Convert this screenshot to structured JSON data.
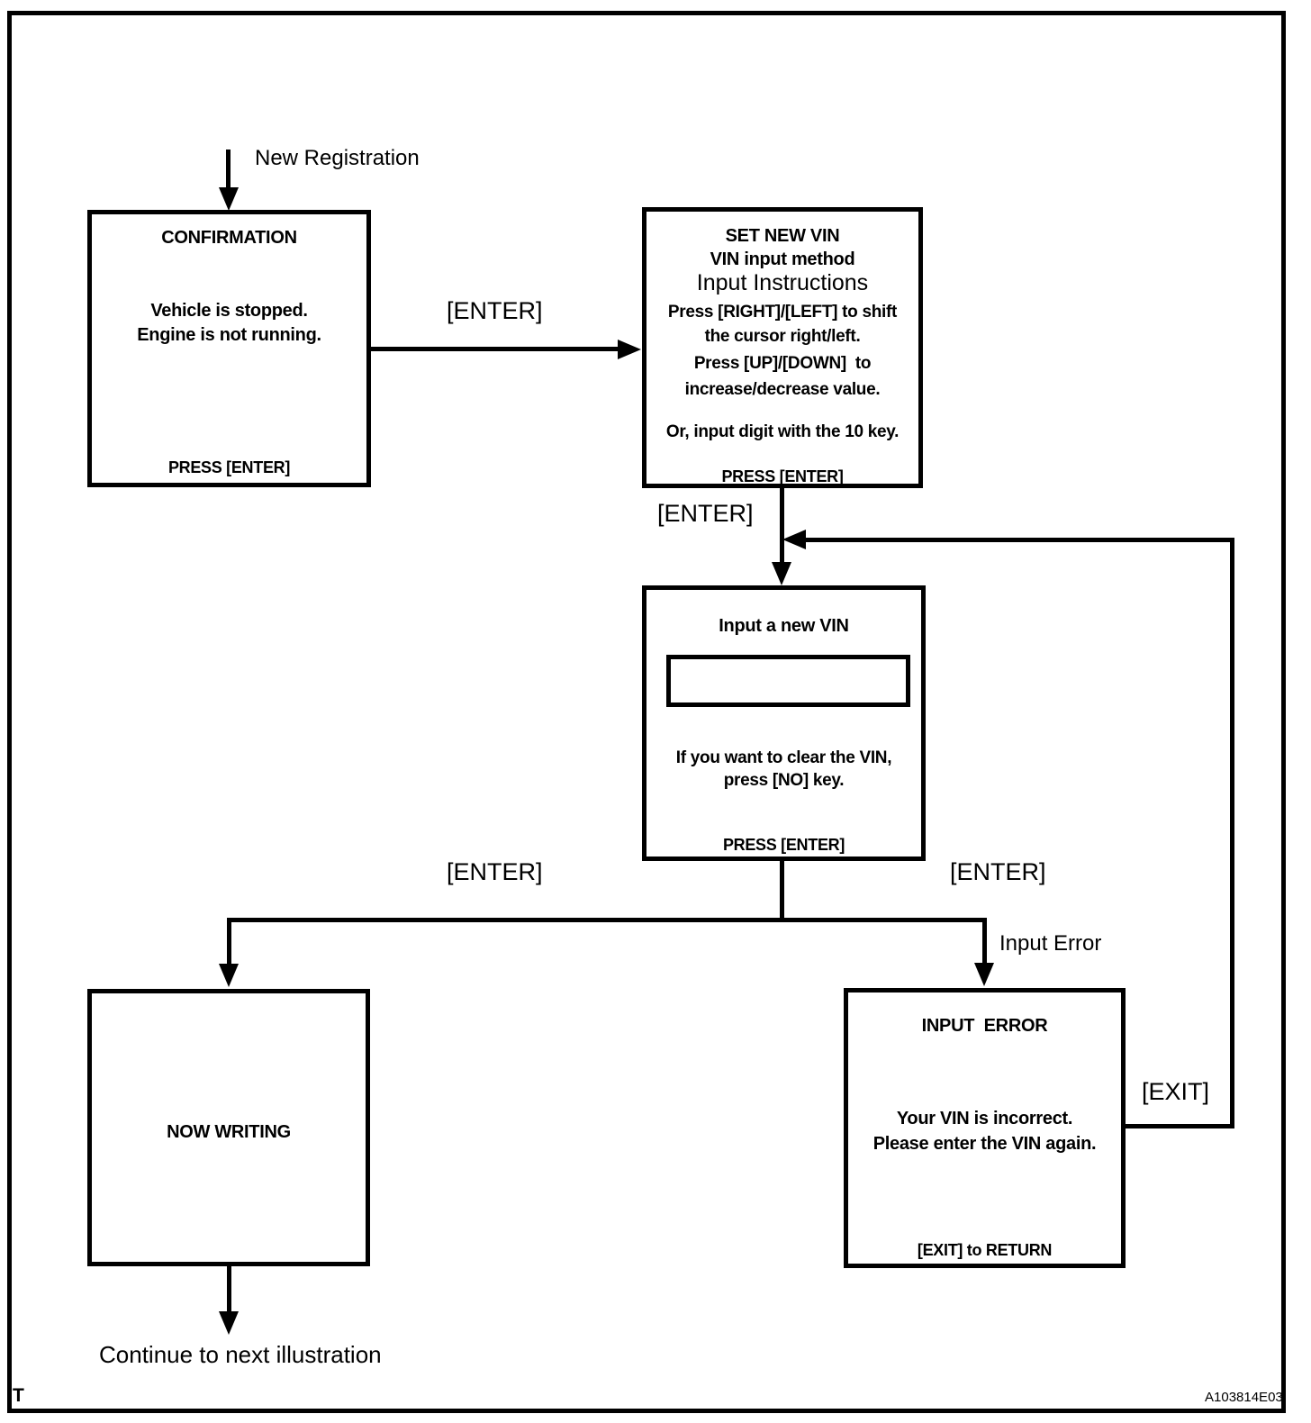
{
  "colors": {
    "ink": "#000000",
    "paper": "#ffffff"
  },
  "labels": {
    "new_registration": "New Registration",
    "enter_top": "[ENTER]",
    "enter_mid": "[ENTER]",
    "enter_left": "[ENTER]",
    "enter_right": "[ENTER]",
    "input_error": "Input Error",
    "exit": "[EXIT]",
    "continue_next": "Continue to next illustration"
  },
  "boxes": {
    "confirmation": {
      "title": "CONFIRMATION",
      "body_line1": "Vehicle is stopped.",
      "body_line2": "Engine is not running.",
      "footer": "PRESS [ENTER]"
    },
    "set_new_vin": {
      "title_line1": "SET NEW VIN",
      "title_line2": "VIN input method",
      "subtitle": "Input Instructions",
      "instr_line1": "Press [RIGHT]/[LEFT] to shift",
      "instr_line2": "the cursor right/left.",
      "instr_line3": "Press [UP]/[DOWN]  to",
      "instr_line4": "increase/decrease value.",
      "instr_line5": "Or, input digit with the 10 key.",
      "footer": "PRESS [ENTER]"
    },
    "input_new_vin": {
      "title": "Input a new VIN",
      "input_value": "",
      "body_line1": "If you want to clear the VIN,",
      "body_line2": "press [NO] key.",
      "footer": "PRESS [ENTER]"
    },
    "now_writing": {
      "title": "NOW WRITING"
    },
    "input_error": {
      "title": "INPUT  ERROR",
      "body_line1": "Your VIN is incorrect.",
      "body_line2": "Please enter the VIN again.",
      "footer": "[EXIT] to RETURN"
    }
  },
  "footer": {
    "left_mark": "T",
    "figure_code": "A103814E03"
  }
}
